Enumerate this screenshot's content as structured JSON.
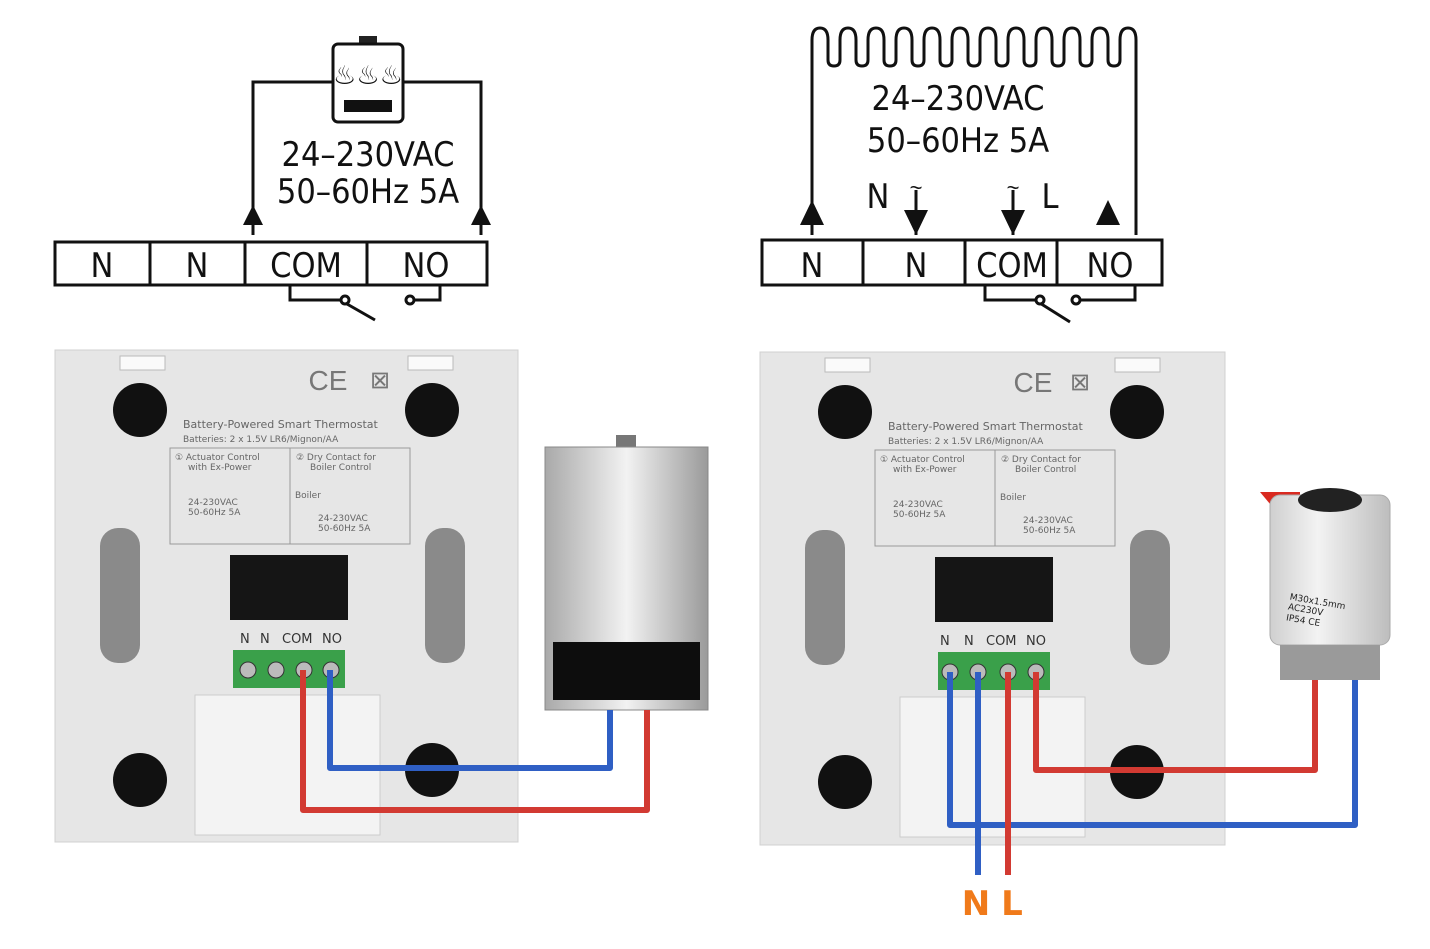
{
  "left_diagram": {
    "voltage": "24–230VAC",
    "freq": "50–60Hz 5A",
    "terminals": [
      "N",
      "N",
      "COM",
      "NO"
    ],
    "load_icon": "boiler-icon"
  },
  "right_diagram": {
    "voltage": "24–230VAC",
    "freq": "50–60Hz 5A",
    "terminals": [
      "N",
      "N",
      "COM",
      "NO"
    ],
    "n_label": "N",
    "l_label": "L",
    "load_icon": "heater-coil-icon"
  },
  "thermostat_label": {
    "title": "Battery-Powered Smart Thermostat",
    "batteries": "Batteries: 2 x 1.5V LR6/Mignon/AA",
    "section1_line1": "① Actuator Control",
    "section1_line2": "with Ex-Power",
    "section2_line1": "② Dry Contact for",
    "section2_line2": "Boiler Control",
    "boiler": "Boiler",
    "voltage": "24-230VAC",
    "freq": "50-60Hz 5A",
    "terminals": [
      "N",
      "N",
      "COM",
      "NO"
    ],
    "ce": "CE"
  },
  "actuator": {
    "line1": "M30x1.5mm",
    "line2": "AC230V",
    "line3": "IP54 CE"
  },
  "supply_labels": {
    "n": "N",
    "l": "L"
  },
  "colors": {
    "red_wire": "#d23a32",
    "blue_wire": "#2f5fc4",
    "accent": "#f07a1a"
  }
}
